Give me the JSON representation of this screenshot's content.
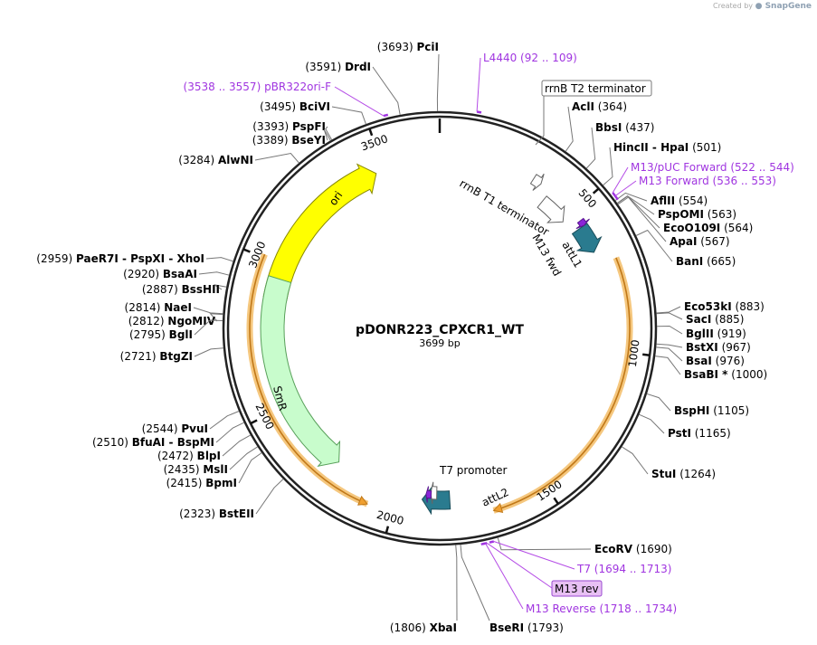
{
  "credit": {
    "prefix": "Created by",
    "brand": "SnapGene"
  },
  "plasmid": {
    "name": "pDONR223_CPXCR1_WT",
    "length_label": "3699 bp",
    "length": 3699
  },
  "ticks": [
    {
      "pos": 500,
      "label": "500"
    },
    {
      "pos": 1000,
      "label": "1000"
    },
    {
      "pos": 1500,
      "label": "1500"
    },
    {
      "pos": 2000,
      "label": "2000"
    },
    {
      "pos": 2500,
      "label": "2500"
    },
    {
      "pos": 3000,
      "label": "3000"
    },
    {
      "pos": 3500,
      "label": "3500"
    }
  ],
  "features": [
    {
      "name": "ori",
      "start": 2880,
      "end": 3470,
      "color": "#ffff00",
      "stroke": "#888800",
      "label": "ori"
    },
    {
      "name": "SmR",
      "start": 2950,
      "end": 2230,
      "color": "#c8fccc",
      "stroke": "#58a05a",
      "label": "SmR"
    },
    {
      "name": "attL1",
      "start": 560,
      "end": 655,
      "color": "#2a7b8f",
      "stroke": "#1a4d5a",
      "label": "attL1"
    },
    {
      "name": "attL2",
      "start": 1815,
      "end": 1910,
      "color": "#2a7b8f",
      "stroke": "#1a4d5a",
      "label": "attL2"
    },
    {
      "name": "rrnB T1 terminator",
      "start": 400,
      "end": 505,
      "color": "#ffffff",
      "stroke": "#666666",
      "label": "rrnB T1 terminator"
    },
    {
      "name": "rrnB T2 terminator",
      "start": 330,
      "end": 360,
      "color": "#ffffff",
      "stroke": "#666666",
      "label": "rrnB T2 terminator"
    },
    {
      "name": "M13 fwd",
      "start": 540,
      "end": 560,
      "color": "#8a25d8",
      "stroke": "#5a1590",
      "label": "M13 fwd"
    },
    {
      "name": "T7 promoter",
      "start": 1860,
      "end": 1882,
      "color": "#ffffff",
      "stroke": "#666666",
      "label": "T7 promoter"
    },
    {
      "name": "M13 rev",
      "start": 1880,
      "end": 1898,
      "color": "#8a25d8",
      "stroke": "#5a1590",
      "label": ""
    }
  ],
  "orange_arcs": [
    {
      "start": 700,
      "end": 1680
    },
    {
      "start": 3010,
      "end": 2080
    }
  ],
  "enzymes": [
    {
      "name": "PciI",
      "pos": 3693,
      "pos_label": "(3693)"
    },
    {
      "name": "DrdI",
      "pos": 3591,
      "pos_label": "(3591)"
    },
    {
      "name": "BciVI",
      "pos": 3495,
      "pos_label": "(3495)"
    },
    {
      "name": "PspFI",
      "pos": 3393,
      "pos_label": "(3393)"
    },
    {
      "name": "BseYI",
      "pos": 3389,
      "pos_label": "(3389)"
    },
    {
      "name": "AlwNI",
      "pos": 3284,
      "pos_label": "(3284)"
    },
    {
      "name": "PaeR7I - PspXI - XhoI",
      "pos": 2959,
      "pos_label": "(2959)"
    },
    {
      "name": "BsaAI",
      "pos": 2920,
      "pos_label": "(2920)"
    },
    {
      "name": "BssHII",
      "pos": 2887,
      "pos_label": "(2887)"
    },
    {
      "name": "NaeI",
      "pos": 2814,
      "pos_label": "(2814)"
    },
    {
      "name": "NgoMIV",
      "pos": 2812,
      "pos_label": "(2812)"
    },
    {
      "name": "BglI",
      "pos": 2795,
      "pos_label": "(2795)"
    },
    {
      "name": "BtgZI",
      "pos": 2721,
      "pos_label": "(2721)"
    },
    {
      "name": "PvuI",
      "pos": 2544,
      "pos_label": "(2544)"
    },
    {
      "name": "BfuAI - BspMI",
      "pos": 2510,
      "pos_label": "(2510)"
    },
    {
      "name": "BlpI",
      "pos": 2472,
      "pos_label": "(2472)"
    },
    {
      "name": "MslI",
      "pos": 2435,
      "pos_label": "(2435)"
    },
    {
      "name": "BpmI",
      "pos": 2415,
      "pos_label": "(2415)"
    },
    {
      "name": "BstEII",
      "pos": 2323,
      "pos_label": "(2323)"
    },
    {
      "name": "XbaI",
      "pos": 1806,
      "pos_label": "(1806)"
    },
    {
      "name": "BseRI",
      "pos": 1793,
      "pos_label": "(1793)"
    },
    {
      "name": "EcoRV",
      "pos": 1690,
      "pos_label": "(1690)"
    },
    {
      "name": "StuI",
      "pos": 1264,
      "pos_label": "(1264)"
    },
    {
      "name": "PstI",
      "pos": 1165,
      "pos_label": "(1165)"
    },
    {
      "name": "BspHI",
      "pos": 1105,
      "pos_label": "(1105)"
    },
    {
      "name": "BsaBI *",
      "pos": 1000,
      "pos_label": "(1000)"
    },
    {
      "name": "BsaI",
      "pos": 976,
      "pos_label": "(976)"
    },
    {
      "name": "BstXI",
      "pos": 967,
      "pos_label": "(967)"
    },
    {
      "name": "BglII",
      "pos": 919,
      "pos_label": "(919)"
    },
    {
      "name": "SacI",
      "pos": 885,
      "pos_label": "(885)"
    },
    {
      "name": "Eco53kI",
      "pos": 883,
      "pos_label": "(883)"
    },
    {
      "name": "BanI",
      "pos": 665,
      "pos_label": "(665)"
    },
    {
      "name": "ApaI",
      "pos": 567,
      "pos_label": "(567)"
    },
    {
      "name": "EcoO109I",
      "pos": 564,
      "pos_label": "(564)"
    },
    {
      "name": "PspOMI",
      "pos": 563,
      "pos_label": "(563)"
    },
    {
      "name": "AflII",
      "pos": 554,
      "pos_label": "(554)"
    },
    {
      "name": "HincII - HpaI",
      "pos": 501,
      "pos_label": "(501)"
    },
    {
      "name": "BbsI",
      "pos": 437,
      "pos_label": "(437)"
    },
    {
      "name": "AclI",
      "pos": 364,
      "pos_label": "(364)"
    }
  ],
  "primers": [
    {
      "name": "L4440",
      "pos": 100,
      "range_label": "(92 .. 109)"
    },
    {
      "name": "pBR322ori-F",
      "pos": 3547,
      "range_label": "(3538 .. 3557)"
    },
    {
      "name": "M13/pUC Forward",
      "pos": 533,
      "range_label": "(522 .. 544)"
    },
    {
      "name": "M13 Forward",
      "pos": 544,
      "range_label": "(536 .. 553)"
    },
    {
      "name": "T7",
      "pos": 1703,
      "range_label": "(1694 .. 1713)"
    },
    {
      "name": "M13 rev",
      "pos": 1722,
      "range_label": ""
    },
    {
      "name": "M13 Reverse",
      "pos": 1726,
      "range_label": "(1718 .. 1734)"
    }
  ],
  "boxed_labels": [
    {
      "name": "rrnB T2 terminator"
    },
    {
      "name": "M13 rev"
    }
  ]
}
